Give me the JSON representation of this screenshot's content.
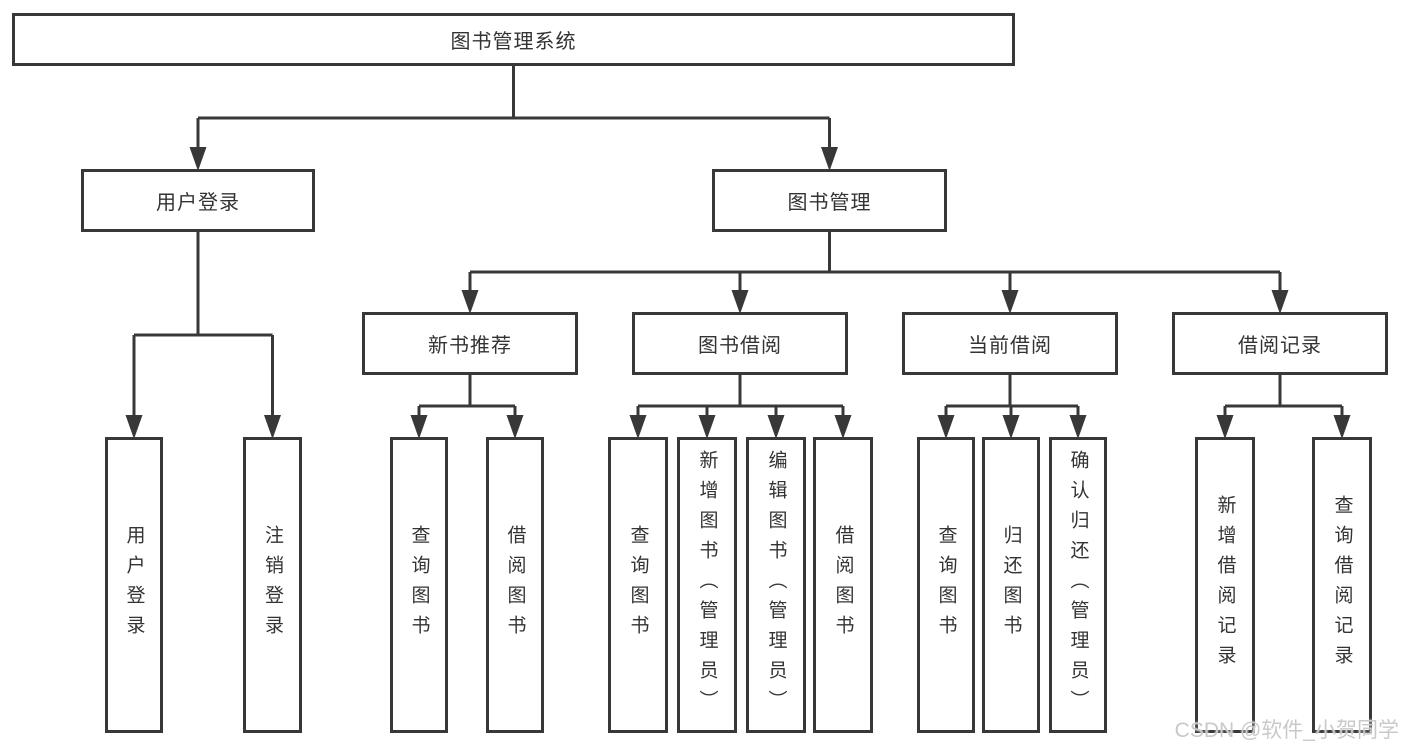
{
  "diagram": {
    "title": "图书管理系统",
    "watermark": "CSDN @软件_小贺同学",
    "colors": {
      "line": "#383838",
      "text": "#333333",
      "background": "#ffffff",
      "watermark": "#c9c9c9"
    },
    "tree": {
      "id": "library-management-system",
      "label": "图书管理系统",
      "children": [
        {
          "id": "user-login",
          "label": "用户登录",
          "children": [
            {
              "id": "user-login-action",
              "label": "用户登录"
            },
            {
              "id": "logout-action",
              "label": "注销登录"
            }
          ]
        },
        {
          "id": "book-management",
          "label": "图书管理",
          "children": [
            {
              "id": "new-book-recommendation",
              "label": "新书推荐",
              "children": [
                {
                  "id": "query-books-recommend",
                  "label": "查询图书"
                },
                {
                  "id": "borrow-books-recommend",
                  "label": "借阅图书"
                }
              ]
            },
            {
              "id": "book-borrowing",
              "label": "图书借阅",
              "children": [
                {
                  "id": "query-books-borrowing",
                  "label": "查询图书"
                },
                {
                  "id": "add-books-admin",
                  "label": "新增图书（管理员）"
                },
                {
                  "id": "edit-books-admin",
                  "label": "编辑图书（管理员）"
                },
                {
                  "id": "borrow-books-borrowing",
                  "label": "借阅图书"
                }
              ]
            },
            {
              "id": "current-borrowing",
              "label": "当前借阅",
              "children": [
                {
                  "id": "query-books-current",
                  "label": "查询图书"
                },
                {
                  "id": "return-books",
                  "label": "归还图书"
                },
                {
                  "id": "confirm-return-admin",
                  "label": "确认归还（管理员）"
                }
              ]
            },
            {
              "id": "borrowing-records",
              "label": "借阅记录",
              "children": [
                {
                  "id": "add-borrowing-record",
                  "label": "新增借阅记录"
                },
                {
                  "id": "query-borrowing-record",
                  "label": "查询借阅记录"
                }
              ]
            }
          ]
        }
      ]
    }
  }
}
